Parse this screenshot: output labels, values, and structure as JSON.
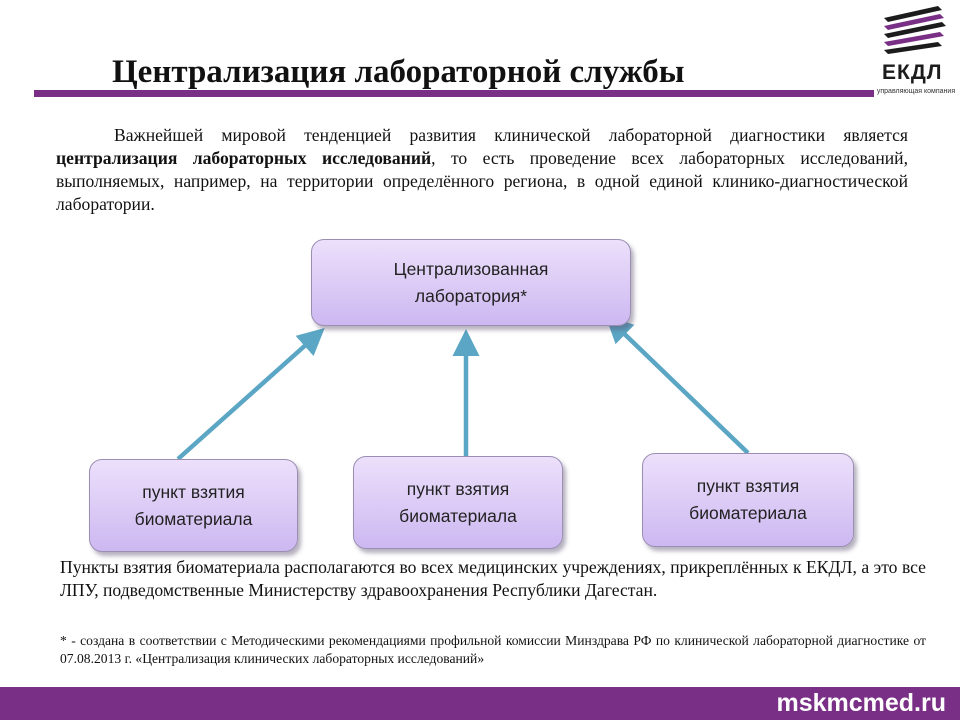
{
  "slide": {
    "title": "Централизация лабораторной службы",
    "accent_color": "#7a2f86"
  },
  "logo": {
    "icon": "stacked-chevron-logo-icon",
    "text": "ЕКДЛ",
    "subtitle": "управляющая компания"
  },
  "intro": {
    "part1": "Важнейшей мировой тенденцией развития клинической лабораторной диагностики является ",
    "bold": "централизация лабораторных исследований",
    "part2": ", то есть проведение всех лабораторных исследований, выполняемых, например, на территории определённого региона, в одной единой клинико-диагностической лаборатории."
  },
  "diagram": {
    "center_node": {
      "line1": "Централизованная",
      "line2": "лаборатория*"
    },
    "collection_nodes": [
      {
        "line1": "пункт взятия",
        "line2": "биоматериала"
      },
      {
        "line1": "пункт взятия",
        "line2": "биоматериала"
      },
      {
        "line1": "пункт взятия",
        "line2": "биоматериала"
      }
    ],
    "arrow_color": "#5aa6c4"
  },
  "body": {
    "paragraph": "Пункты взятия биоматериала располагаются во всех медицинских учреждениях, прикреплённых к ЕКДЛ, а это все ЛПУ, подведомственные Министерству здравоохранения Республики Дагестан.",
    "footnote": "* - создана в соответствии с Методическими рекомендациями профильной комиссии Минздрава РФ по клинической лабораторной диагностике от 07.08.2013 г. «Централизация клинических лабораторных исследований»"
  },
  "footer": {
    "site": "mskmcmed.ru"
  }
}
